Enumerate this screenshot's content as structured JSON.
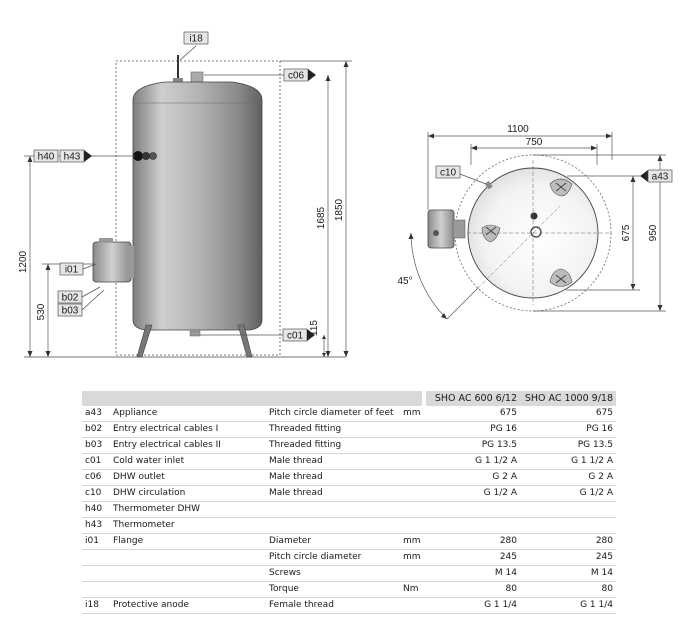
{
  "drawing": {
    "tags": {
      "i18": "i18",
      "c06": "c06",
      "h40": "h40",
      "h43": "h43",
      "i01": "i01",
      "b02": "b02",
      "b03": "b03",
      "c01": "c01",
      "c10": "c10",
      "a43": "a43"
    },
    "dimensions": {
      "d1200": "1200",
      "d530": "530",
      "d1685": "1685",
      "d1850": "1850",
      "d115": "115",
      "d1100": "1100",
      "d750": "750",
      "d675": "675",
      "d950": "950",
      "d45": "45°"
    }
  },
  "table": {
    "headers": {
      "model1": "SHO AC 600 6/12",
      "model2": "SHO AC 1000 9/18"
    },
    "rows": [
      {
        "code": "a43",
        "name": "Appliance",
        "desc": "Pitch circle diameter of feet",
        "unit": "mm",
        "v1": "675",
        "v2": "675"
      },
      {
        "code": "b02",
        "name": "Entry electrical cables I",
        "desc": "Threaded fitting",
        "unit": "",
        "v1": "PG 16",
        "v2": "PG 16"
      },
      {
        "code": "b03",
        "name": "Entry electrical cables II",
        "desc": "Threaded fitting",
        "unit": "",
        "v1": "PG 13.5",
        "v2": "PG 13.5"
      },
      {
        "code": "c01",
        "name": "Cold water inlet",
        "desc": "Male thread",
        "unit": "",
        "v1": "G 1 1/2 A",
        "v2": "G 1 1/2 A"
      },
      {
        "code": "c06",
        "name": "DHW outlet",
        "desc": "Male thread",
        "unit": "",
        "v1": "G 2 A",
        "v2": "G 2 A"
      },
      {
        "code": "c10",
        "name": "DHW circulation",
        "desc": "Male thread",
        "unit": "",
        "v1": "G 1/2 A",
        "v2": "G 1/2 A"
      },
      {
        "code": "h40",
        "name": "Thermometer DHW",
        "desc": "",
        "unit": "",
        "v1": "",
        "v2": ""
      },
      {
        "code": "h43",
        "name": "Thermometer",
        "desc": "",
        "unit": "",
        "v1": "",
        "v2": ""
      },
      {
        "code": "i01",
        "name": "Flange",
        "desc": "Diameter",
        "unit": "mm",
        "v1": "280",
        "v2": "280"
      },
      {
        "code": "",
        "name": "",
        "desc": "Pitch circle diameter",
        "unit": "mm",
        "v1": "245",
        "v2": "245"
      },
      {
        "code": "",
        "name": "",
        "desc": "Screws",
        "unit": "",
        "v1": "M 14",
        "v2": "M 14"
      },
      {
        "code": "",
        "name": "",
        "desc": "Torque",
        "unit": "Nm",
        "v1": "80",
        "v2": "80"
      },
      {
        "code": "i18",
        "name": "Protective anode",
        "desc": "Female thread",
        "unit": "",
        "v1": "G 1 1/4",
        "v2": "G 1 1/4"
      }
    ]
  }
}
